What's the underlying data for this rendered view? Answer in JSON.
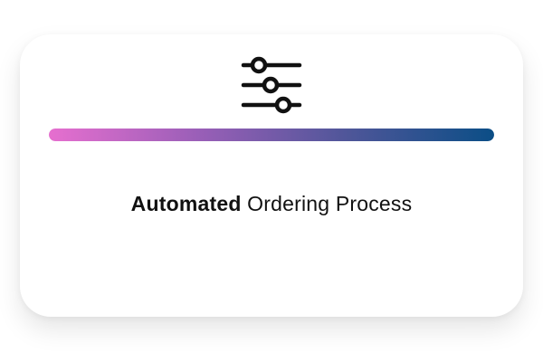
{
  "card": {
    "icon": "sliders-icon",
    "progress_percent": 100,
    "gradient_colors": [
      "#e66fcf",
      "#9b5fb8",
      "#4f5699",
      "#0b4e86"
    ],
    "title_bold": "Automated",
    "title_rest": " Ordering Process"
  }
}
